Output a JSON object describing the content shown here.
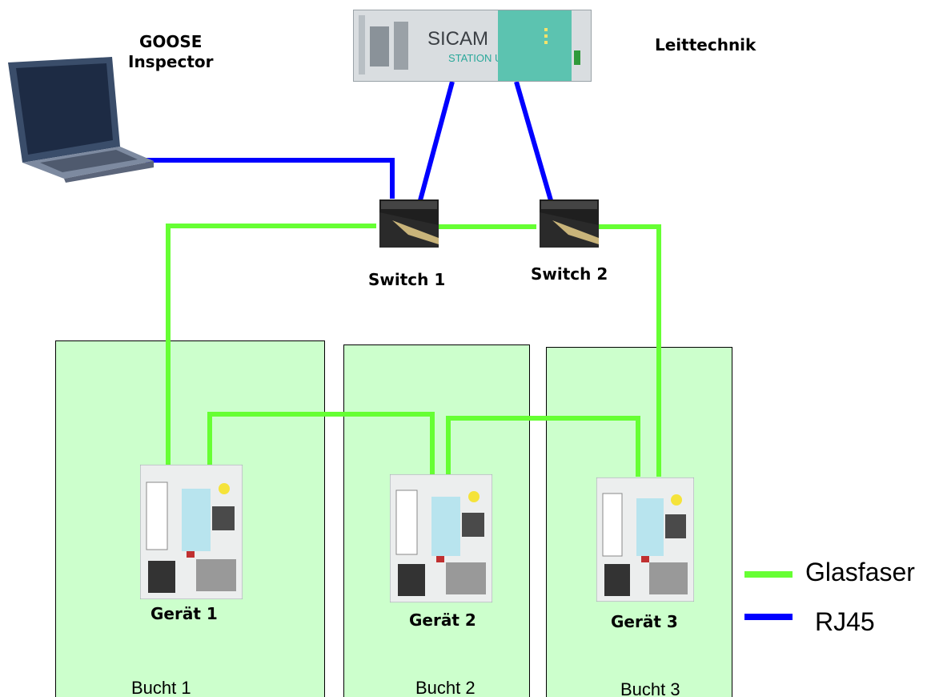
{
  "labels": {
    "goose": "GOOSE\nInspector",
    "leittechnik": "Leittechnik",
    "switch1": "Switch 1",
    "switch2": "Switch 2",
    "device1": "Gerät 1",
    "device2": "Gerät 2",
    "device3": "Gerät 3",
    "bay1": "Bucht 1",
    "bay2": "Bucht 2",
    "bay3": "Bucht 3"
  },
  "sicam": {
    "brand": "SICAM",
    "sub": "STATION UNIT"
  },
  "legend": [
    {
      "label": "Glasfaser",
      "color": "#66ff33"
    },
    {
      "label": "RJ45",
      "color": "#0000ff"
    }
  ],
  "colors": {
    "fiber": "#66ff33",
    "rj45": "#0000ff",
    "bay_fill": "#ccffcc"
  }
}
